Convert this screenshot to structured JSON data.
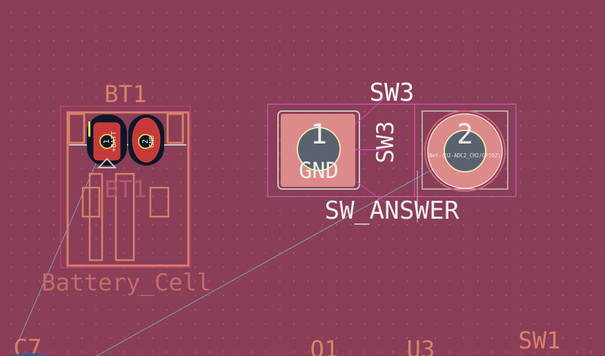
{
  "board": {
    "background_color": "#8a3e57",
    "silk_color": "#d98a6a",
    "courtyard_color": "#e040a0"
  },
  "bt1": {
    "ref": "BT1",
    "ref_fab": "BT1",
    "value": "Battery_Cell",
    "pad1_number": "1",
    "pad1_net": "+BATT",
    "pad2_number": "2",
    "pad2_net": "GND"
  },
  "sw3": {
    "ref": "SW3",
    "ref_fab": "SW3",
    "value": "SW_ANSWER",
    "pad1_number": "1",
    "pad1_net": "GND",
    "pad2_number": "2",
    "pad2_net": "Net-(U2-ADC2_CH2/GPIO2)"
  },
  "other_refs": {
    "c7": "C7",
    "q1": "Q1",
    "u3": "U3",
    "sw1": "SW1"
  }
}
